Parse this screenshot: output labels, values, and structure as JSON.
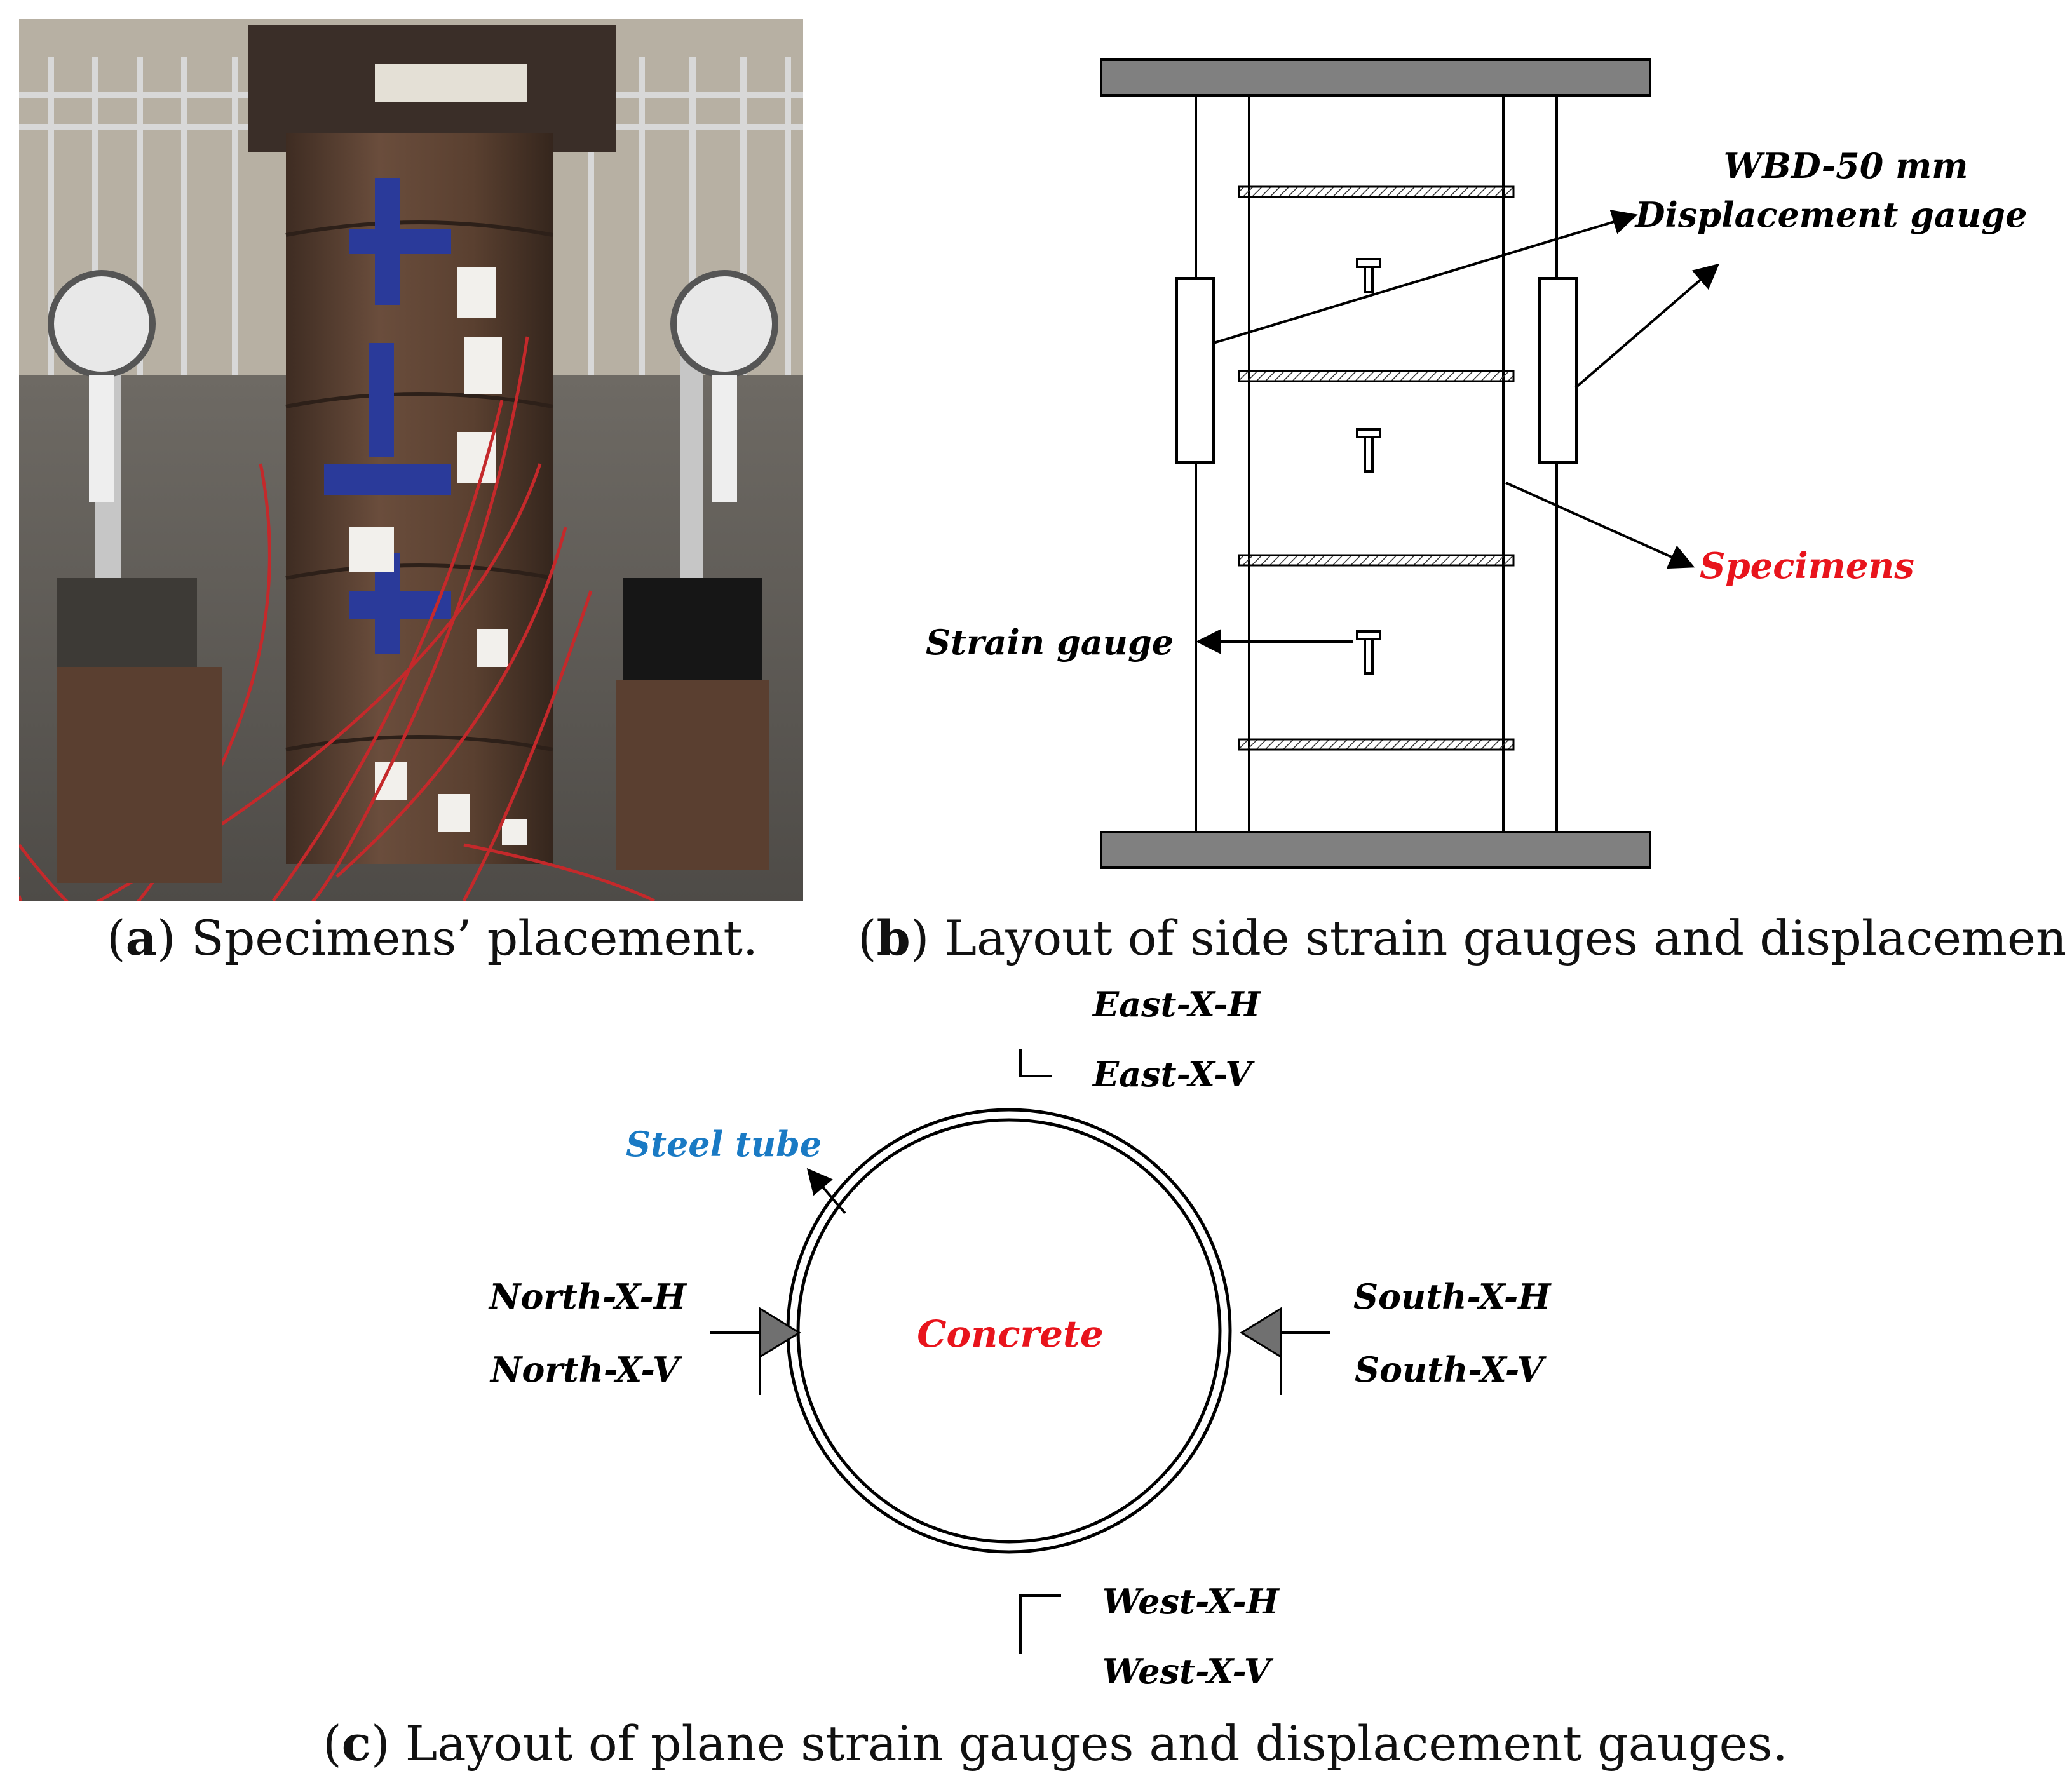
{
  "panel_a": {
    "caption_letter": "a",
    "caption_text": ") Specimens’ placement."
  },
  "panel_b": {
    "caption_letter": "b",
    "caption_text": ") Layout of side strain gauges and displacement.",
    "label_gauge_line1": "WBD-50 mm",
    "label_gauge_line2": "Displacement gauge",
    "label_specimens": "Specimens",
    "label_strain": "Strain gauge"
  },
  "panel_c": {
    "caption_letter": "c",
    "caption_text": ") Layout of plane strain gauges and displacement gauges.",
    "east_h": "East-X-H",
    "east_v": "East-X-V",
    "west_h": "West-X-H",
    "west_v": "West-X-V",
    "north_h": "North-X-H",
    "north_v": "North-X-V",
    "south_h": "South-X-H",
    "south_v": "South-X-V",
    "steel_tube": "Steel tube",
    "concrete": "Concrete"
  },
  "colors": {
    "red_label": "#e8141c",
    "blue_label": "#1a7ac4",
    "plate_gray": "#808080"
  }
}
